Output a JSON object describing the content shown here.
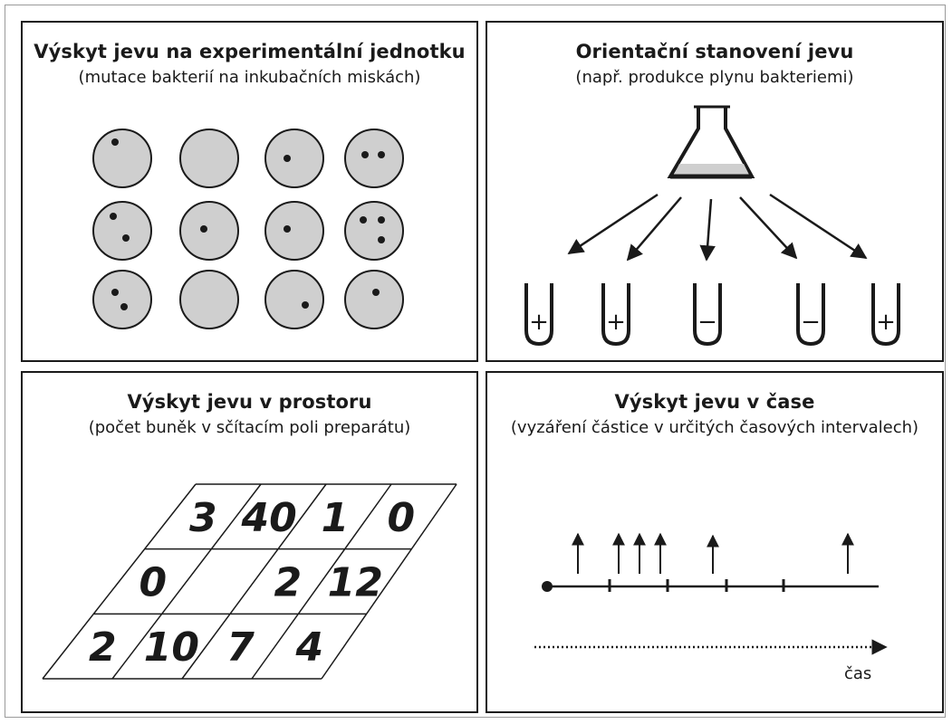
{
  "panels": {
    "unit": {
      "title": "Výskyt jevu na experimentální jednotku",
      "subtitle": "(mutace bakterií na inkubačních miskách)",
      "dishes": [
        [
          1,
          0,
          1,
          2
        ],
        [
          2,
          1,
          1,
          3
        ],
        [
          2,
          0,
          1,
          1
        ]
      ]
    },
    "orientation": {
      "title": "Orientační stanovení jevu",
      "subtitle": "(např. produkce plynu bakteriemi)",
      "tubes": [
        "+",
        "+",
        "−",
        "−",
        "+"
      ]
    },
    "space": {
      "title": "Výskyt jevu v prostoru",
      "subtitle": "(počet buněk v sčítacím poli preparátu)",
      "grid": [
        [
          "3",
          "40",
          "1",
          "0"
        ],
        [
          "0",
          "",
          "2",
          "12"
        ],
        [
          "2",
          "10",
          "7",
          "4"
        ]
      ]
    },
    "time": {
      "title": "Výskyt jevu v čase",
      "subtitle": "(vyzáření částice v určitých časových intervalech)",
      "axis_label": "čas"
    }
  },
  "colors": {
    "dish_fill": "#cfcfcf",
    "ink": "#1a1a1a"
  }
}
